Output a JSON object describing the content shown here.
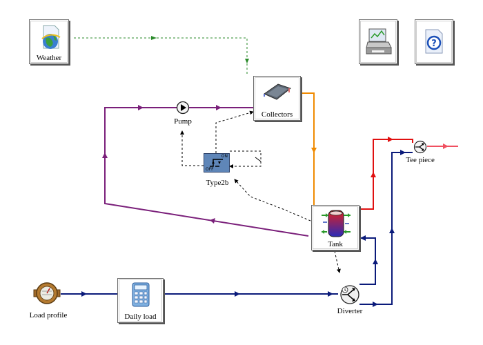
{
  "components": {
    "weather": {
      "label": "Weather",
      "icon": "weather-globe-icon"
    },
    "printer": {
      "label": "",
      "icon": "online-plotter-printer-icon"
    },
    "help": {
      "label": "",
      "icon": "help-question-icon"
    },
    "collectors": {
      "label": "Collectors",
      "icon": "solar-collector-icon"
    },
    "pump": {
      "label": "Pump",
      "icon": "pump-icon"
    },
    "type2b": {
      "label": "Type2b",
      "icon": "on-off-controller-icon",
      "state_on": "ON",
      "state_off": "OFF"
    },
    "tank": {
      "label": "Tank",
      "icon": "storage-tank-icon"
    },
    "tee_piece": {
      "label": "Tee piece",
      "icon": "tee-piece-icon"
    },
    "load_profile": {
      "label": "Load profile",
      "icon": "load-profile-meter-icon"
    },
    "daily_load": {
      "label": "Daily load",
      "icon": "calculator-icon"
    },
    "diverter": {
      "label": "Diverter",
      "icon": "diverter-icon"
    }
  },
  "colors": {
    "weather_link": "#2a8a2a",
    "collector_loop": "#7a1f7a",
    "hot_supply_collector": "#f08a00",
    "hot_outlet": "#e01010",
    "mixed_outlet": "#f05060",
    "cold_water": "#0a1a7a",
    "control_signal": "#000000"
  }
}
